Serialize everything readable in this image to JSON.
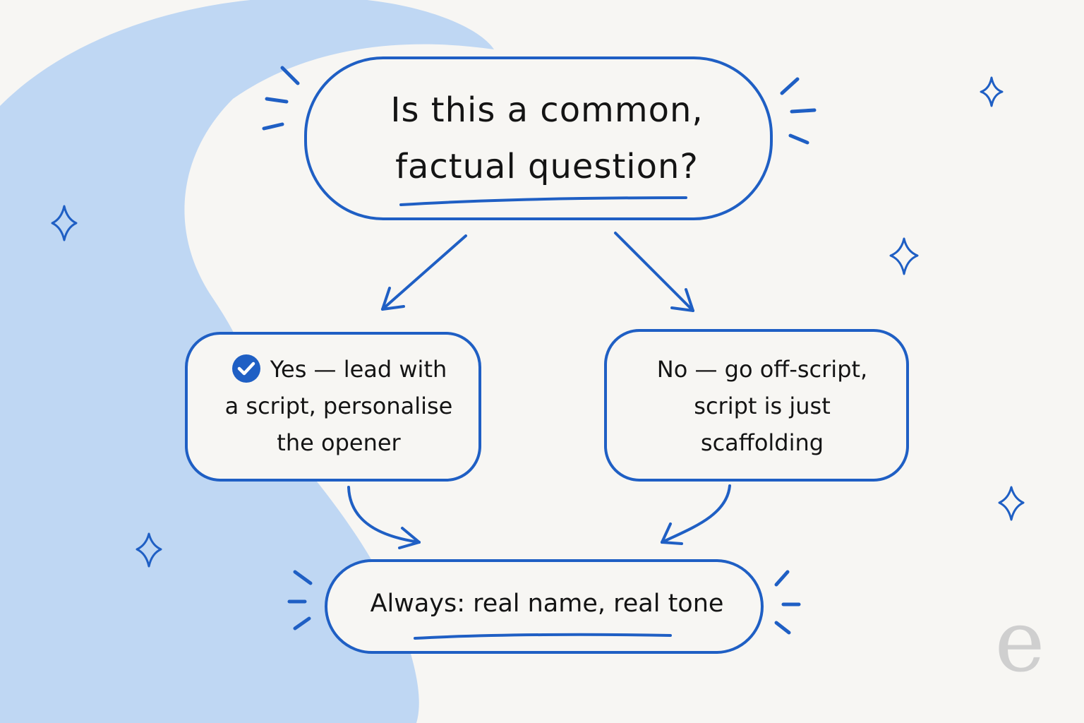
{
  "diagram": {
    "question": {
      "line1": "Is this a common,",
      "line2": "factual question?"
    },
    "yes_branch": {
      "line1": "Yes — lead with",
      "line2": "a script, personalise",
      "line3": "the opener",
      "badge_icon": "check-circle-icon"
    },
    "no_branch": {
      "line1": "No — go off-script,",
      "line2": "script is just",
      "line3": "scaffolding"
    },
    "conclusion": {
      "text": "Always: real name, real tone"
    }
  },
  "brand": {
    "mark": "e"
  },
  "colors": {
    "accent": "#1f5fc4",
    "background": "#f7f6f3",
    "blob": "#bcd5f2",
    "text": "#141414",
    "brand_mark": "#cfcfcf"
  },
  "icons": [
    "sparkle-icon",
    "check-circle-icon",
    "arrow-icon"
  ]
}
